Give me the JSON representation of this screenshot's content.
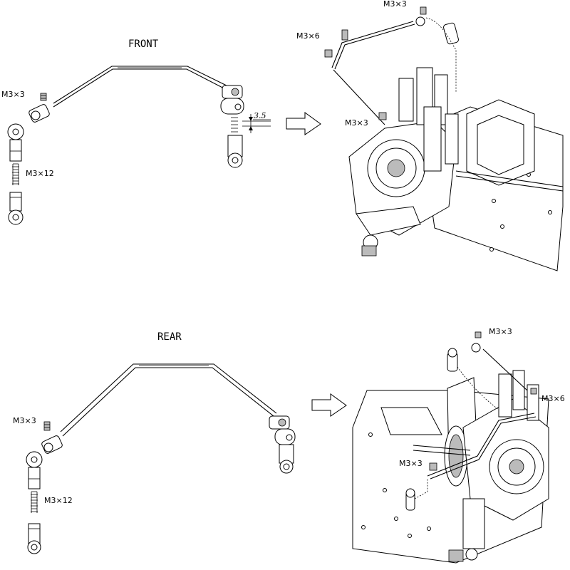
{
  "front": {
    "title": "FRONT",
    "labels": {
      "set_screw_left": "M3×3",
      "rod_screw": "M3×12",
      "dimension": "3.5",
      "cap_screw_assembly": "M3×6",
      "set_screw_assembly_top": "M3×3",
      "set_screw_assembly_mid": "M3×3"
    }
  },
  "rear": {
    "title": "REAR",
    "labels": {
      "set_screw_left": "M3×3",
      "rod_screw": "M3×12",
      "set_screw_assembly_top": "M3×3",
      "cap_screw_assembly": "M3×6",
      "set_screw_assembly_mid": "M3×3"
    }
  },
  "icons": [
    "arrow-right-icon"
  ]
}
